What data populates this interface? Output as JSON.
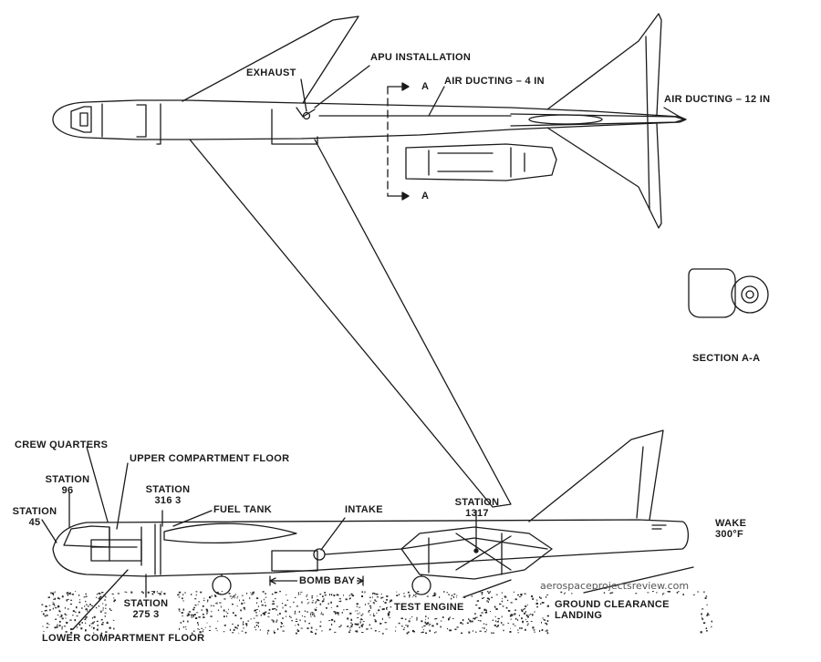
{
  "labels": {
    "apu_installation": "APU INSTALLATION",
    "exhaust": "EXHAUST",
    "section_a_top": "A",
    "section_a_bottom": "A",
    "air_ducting_4": "AIR DUCTING – 4 IN",
    "air_ducting_12": "AIR DUCTING – 12 IN",
    "section_aa": "SECTION A-A",
    "crew_quarters": "CREW QUARTERS",
    "upper_compartment_floor": "UPPER COMPARTMENT FLOOR",
    "station_96_line1": "STATION",
    "station_96_line2": "96",
    "station_45_line1": "STATION",
    "station_45_line2": "45",
    "station_3163_line1": "STATION",
    "station_3163_line2": "316 3",
    "fuel_tank": "FUEL TANK",
    "intake": "INTAKE",
    "station_1317_line1": "STATION",
    "station_1317_line2": "1317",
    "wake_line1": "WAKE",
    "wake_line2": "300°F",
    "bomb_bay": "BOMB BAY",
    "station_2753_line1": "STATION",
    "station_2753_line2": "275 3",
    "test_engine": "TEST ENGINE",
    "ground_clearance_line1": "GROUND CLEARANCE",
    "ground_clearance_line2": "LANDING",
    "lower_compartment_floor": "LOWER COMPARTMENT FLOOR"
  },
  "watermark": "aerospaceprojectsreview.com",
  "colors": {
    "ink": "#1a1a1a",
    "paper": "#ffffff",
    "ground": "#2a2a2a"
  }
}
